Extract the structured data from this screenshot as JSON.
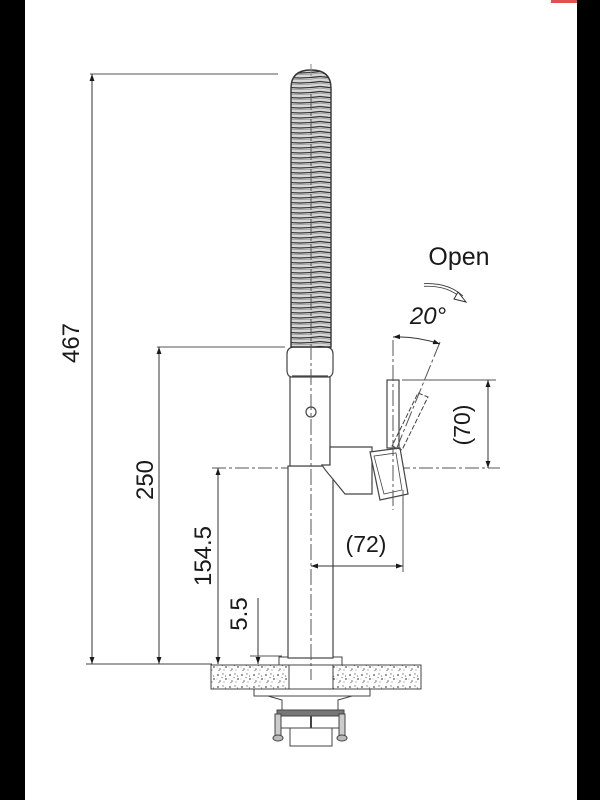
{
  "diagram": {
    "type": "technical-drawing",
    "subject": "pull-out spring kitchen faucet side elevation",
    "labels": {
      "open": "Open",
      "angle": "20°"
    },
    "dimensions": {
      "total_height": "467",
      "spout_body_height": "250",
      "handle_axis_height": "154.5",
      "deck_thickness": "5.5",
      "handle_height": "(70)",
      "handle_reach": "(72)"
    },
    "colors": {
      "line": "#3a3a3a",
      "background": "#ffffff",
      "frame": "#000000",
      "accent_mark": "#e05050"
    }
  }
}
